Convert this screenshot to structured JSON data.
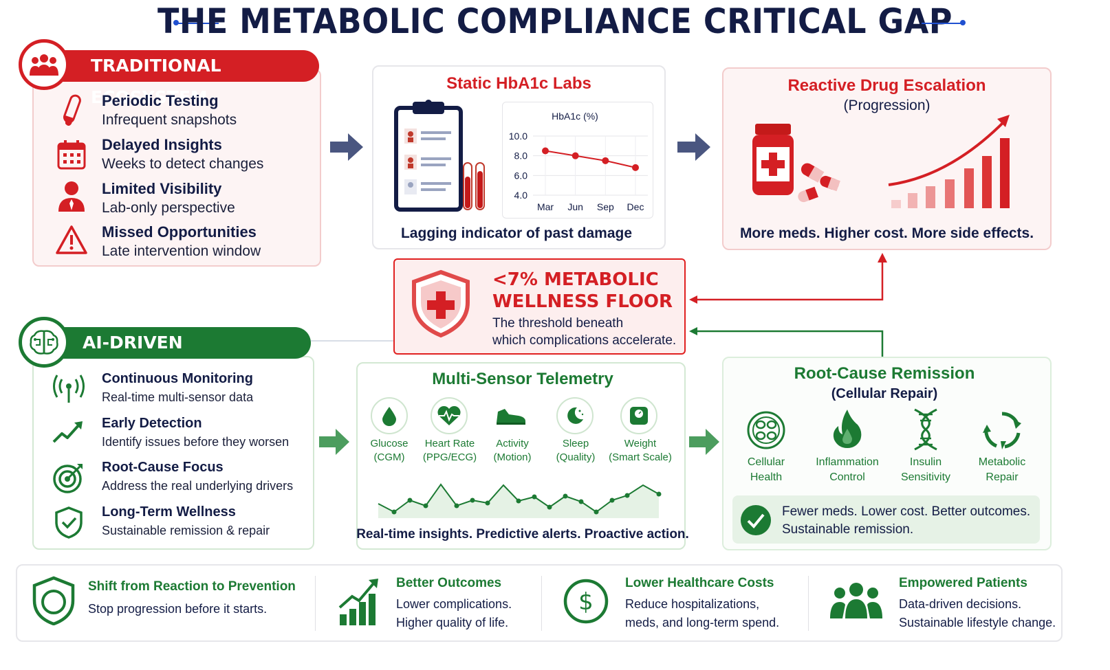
{
  "title": "THE METABOLIC COMPLIANCE CRITICAL GAP",
  "colors": {
    "red": "#d41f24",
    "green": "#1c7a33",
    "navy": "#131c45",
    "accent_blue": "#2050d0"
  },
  "traditional": {
    "banner": "TRADITIONAL ECOSYSTEM",
    "icon": "people-icon",
    "items": [
      {
        "title": "Periodic Testing",
        "sub": "Infrequent snapshots",
        "icon": "test-tube-icon"
      },
      {
        "title": "Delayed Insights",
        "sub": "Weeks to detect changes",
        "icon": "calendar-icon"
      },
      {
        "title": "Limited Visibility",
        "sub": "Lab-only perspective",
        "icon": "person-icon"
      },
      {
        "title": "Missed Opportunities",
        "sub": "Late intervention window",
        "icon": "warning-icon"
      }
    ]
  },
  "labs": {
    "title": "Static HbA1c Labs",
    "caption": "Lagging indicator of past damage"
  },
  "chart_data": {
    "type": "line",
    "title": "HbA1c (%)",
    "categories": [
      "Mar",
      "Jun",
      "Sep",
      "Dec"
    ],
    "values": [
      8.5,
      8.0,
      7.5,
      6.8
    ],
    "yticks": [
      "10.0",
      "8.0",
      "6.0",
      "4.0"
    ],
    "ylim": [
      4.0,
      10.0
    ],
    "grid": true,
    "color": "#d41f24"
  },
  "escalation": {
    "title": "Reactive Drug Escalation",
    "subtitle": "(Progression)",
    "caption": "More meds. Higher cost. More side effects."
  },
  "floor": {
    "title_line1": "<7% METABOLIC",
    "title_line2": "WELLNESS FLOOR",
    "desc_line1": "The threshold beneath",
    "desc_line2": "which complications accelerate."
  },
  "ai": {
    "banner": "AI-DRIVEN PREPAREDNESS",
    "icon": "brain-icon",
    "items": [
      {
        "title": "Continuous Monitoring",
        "sub": "Real-time multi-sensor data",
        "icon": "signal-icon"
      },
      {
        "title": "Early Detection",
        "sub": "Identify issues before they worsen",
        "icon": "trend-up-icon"
      },
      {
        "title": "Root-Cause Focus",
        "sub": "Address the real underlying drivers",
        "icon": "target-icon"
      },
      {
        "title": "Long-Term Wellness",
        "sub": "Sustainable remission & repair",
        "icon": "shield-check-icon"
      }
    ]
  },
  "telemetry": {
    "title": "Multi-Sensor Telemetry",
    "sensors": [
      {
        "name": "Glucose",
        "detail": "(CGM)",
        "icon": "drop-icon"
      },
      {
        "name": "Heart Rate",
        "detail": "(PPG/ECG)",
        "icon": "heart-icon"
      },
      {
        "name": "Activity",
        "detail": "(Motion)",
        "icon": "shoe-icon"
      },
      {
        "name": "Sleep",
        "detail": "(Quality)",
        "icon": "moon-icon"
      },
      {
        "name": "Weight",
        "detail": "(Smart Scale)",
        "icon": "scale-icon"
      }
    ],
    "caption": "Real-time insights. Predictive alerts. Proactive action."
  },
  "remission": {
    "title": "Root-Cause Remission",
    "subtitle": "(Cellular Repair)",
    "items": [
      {
        "line1": "Cellular",
        "line2": "Health",
        "icon": "cell-icon"
      },
      {
        "line1": "Inflammation",
        "line2": "Control",
        "icon": "flame-icon"
      },
      {
        "line1": "Insulin",
        "line2": "Sensitivity",
        "icon": "dna-icon"
      },
      {
        "line1": "Metabolic",
        "line2": "Repair",
        "icon": "cycle-icon"
      }
    ],
    "result_line1": "Fewer meds. Lower cost. Better outcomes.",
    "result_line2": "Sustainable remission."
  },
  "benefits": [
    {
      "title": "Shift from Reaction to Prevention",
      "line1": "Stop progression before it starts.",
      "line2": "",
      "icon": "shield-icon"
    },
    {
      "title": "Better Outcomes",
      "line1": "Lower complications.",
      "line2": "Higher quality of life.",
      "icon": "growth-chart-icon"
    },
    {
      "title": "Lower Healthcare Costs",
      "line1": "Reduce hospitalizations,",
      "line2": "meds, and long-term spend.",
      "icon": "dollar-icon"
    },
    {
      "title": "Empowered Patients",
      "line1": "Data-driven decisions.",
      "line2": "Sustainable lifestyle change.",
      "icon": "group-icon"
    }
  ]
}
